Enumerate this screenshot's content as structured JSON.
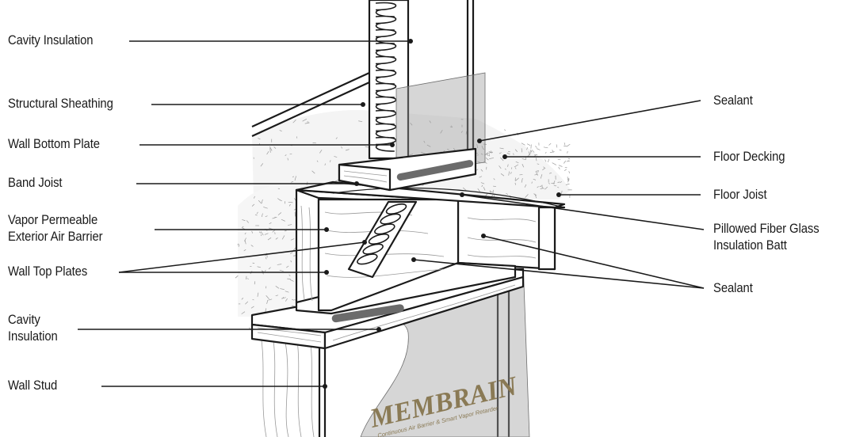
{
  "labels_left": [
    {
      "key": "cavity_insulation_top",
      "text": "Cavity Insulation"
    },
    {
      "key": "structural_sheathing",
      "text": "Structural Sheathing"
    },
    {
      "key": "wall_bottom_plate",
      "text": "Wall Bottom Plate"
    },
    {
      "key": "band_joist",
      "text": "Band Joist"
    },
    {
      "key": "vapor_permeable",
      "text": "Vapor Permeable\nExterior Air Barrier"
    },
    {
      "key": "wall_top_plates",
      "text": "Wall Top Plates"
    },
    {
      "key": "cavity_insulation_bottom",
      "text": "Cavity\nInsulation"
    },
    {
      "key": "wall_stud",
      "text": "Wall Stud"
    }
  ],
  "labels_right": [
    {
      "key": "sealant_top",
      "text": "Sealant"
    },
    {
      "key": "floor_decking",
      "text": "Floor Decking"
    },
    {
      "key": "floor_joist",
      "text": "Floor Joist"
    },
    {
      "key": "pillowed_batt",
      "text": "Pillowed Fiber Glass\nInsulation Batt"
    },
    {
      "key": "sealant_bottom",
      "text": "Sealant"
    }
  ],
  "product_logo": {
    "name": "MEMBRAIN",
    "tagline": "Continuous Air Barrier & Smart Vapor Retarder"
  },
  "colors": {
    "ink": "#1a1a1a",
    "membrane": "#9d9d9d",
    "sealant": "#6b6b6b",
    "logo": "#8a7a55"
  }
}
